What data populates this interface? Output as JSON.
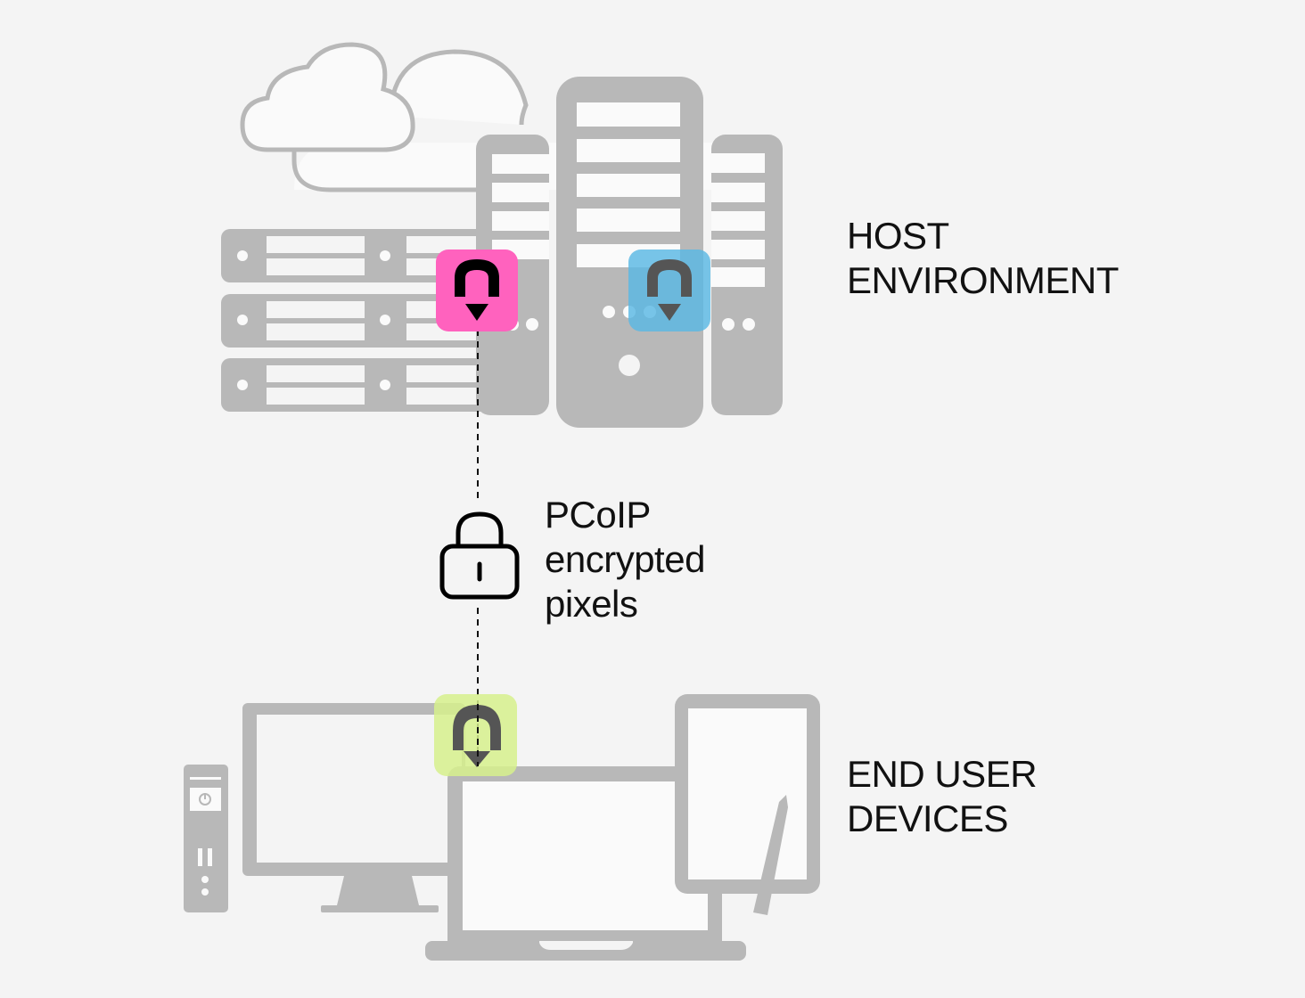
{
  "diagram": {
    "host_environment": {
      "lines": [
        "HOST",
        "ENVIRONMENT"
      ]
    },
    "end_user_devices": {
      "lines": [
        "END USER",
        "DEVICES"
      ]
    },
    "connection": {
      "lines": [
        "PCoIP",
        "encrypted",
        "pixels"
      ],
      "icon": "lock-icon"
    },
    "agents": [
      {
        "name": "host-agent-pink",
        "icon": "pcoip-agent-icon",
        "color": "#ff62be"
      },
      {
        "name": "host-agent-blue",
        "icon": "pcoip-agent-icon",
        "color": "#5ab8e4"
      },
      {
        "name": "client-agent-green",
        "icon": "pcoip-agent-icon",
        "color": "#d6f08c"
      }
    ],
    "colors": {
      "background": "#f4f4f4",
      "device_gray": "#b8b8b8",
      "device_fill": "#fafafa",
      "text": "#111111"
    }
  }
}
